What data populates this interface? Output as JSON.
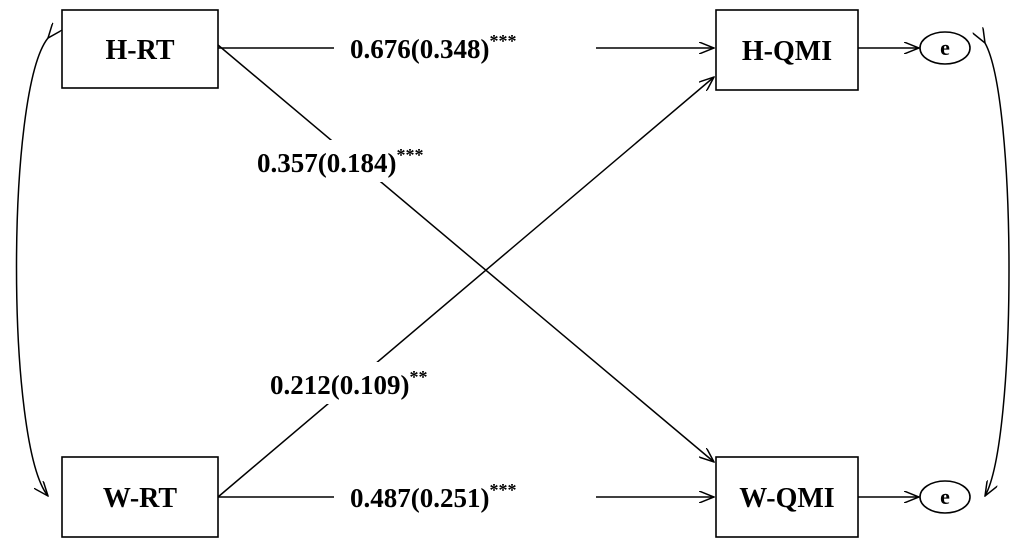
{
  "nodes": {
    "h_rt": "H-RT",
    "w_rt": "W-RT",
    "h_qmi": "H-QMI",
    "w_qmi": "W-QMI",
    "e_top": "e",
    "e_bottom": "e"
  },
  "paths": {
    "hrt_hqmi": {
      "coef": "0.676(0.348)",
      "sig": "***"
    },
    "hrt_wqmi": {
      "coef": "0.357(0.184)",
      "sig": "***"
    },
    "wrt_hqmi": {
      "coef": "0.212(0.109)",
      "sig": "**"
    },
    "wrt_wqmi": {
      "coef": "0.487(0.251)",
      "sig": "***"
    }
  }
}
